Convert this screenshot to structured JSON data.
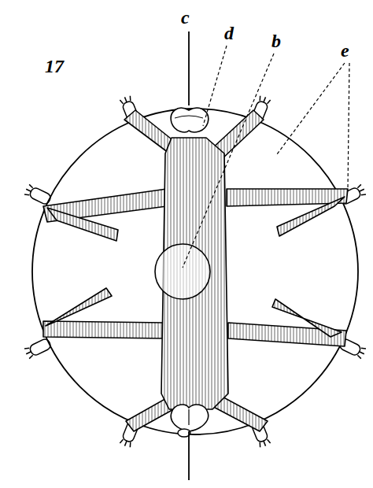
{
  "diagram": {
    "labels": [
      "17",
      "c",
      "d",
      "b",
      "e"
    ]
  }
}
